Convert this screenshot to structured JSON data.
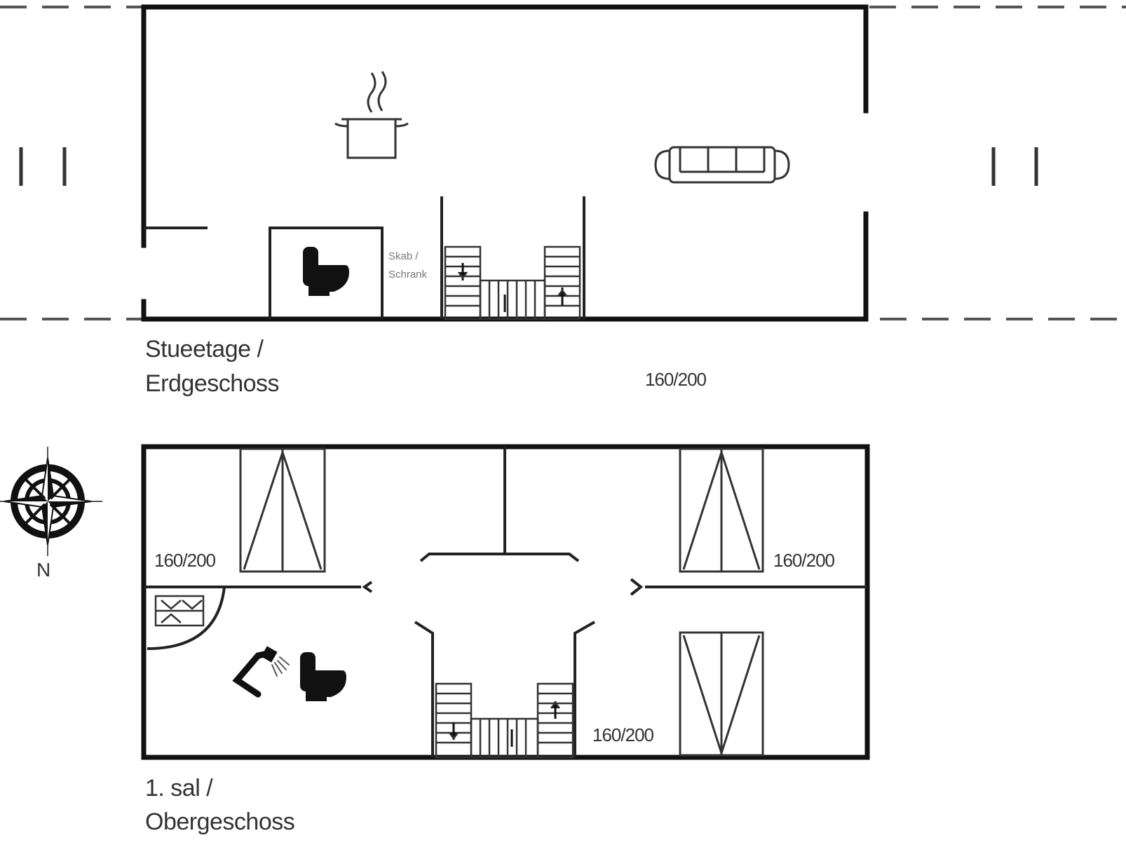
{
  "ground_floor": {
    "label_line1": "Stueetage /",
    "label_line2": "Erdgeschoss",
    "utility_label_line1": "Skab /",
    "utility_label_line2": "Schrank",
    "bed_size": "160/200"
  },
  "upper_floor": {
    "label_line1": "1. sal /",
    "label_line2": "Obergeschoss",
    "bed_sizes": [
      "160/200",
      "160/200",
      "160/200"
    ]
  },
  "compass": {
    "north_label": "N"
  },
  "colors": {
    "wall": "#111111",
    "line": "#222222",
    "text": "#333333",
    "dashed": "#555555"
  },
  "icons": [
    "cooking-pot-icon",
    "sofa-icon",
    "toilet-icon",
    "shower-icon",
    "staircase-icon",
    "compass-rose-icon",
    "washing-machine-icon"
  ]
}
